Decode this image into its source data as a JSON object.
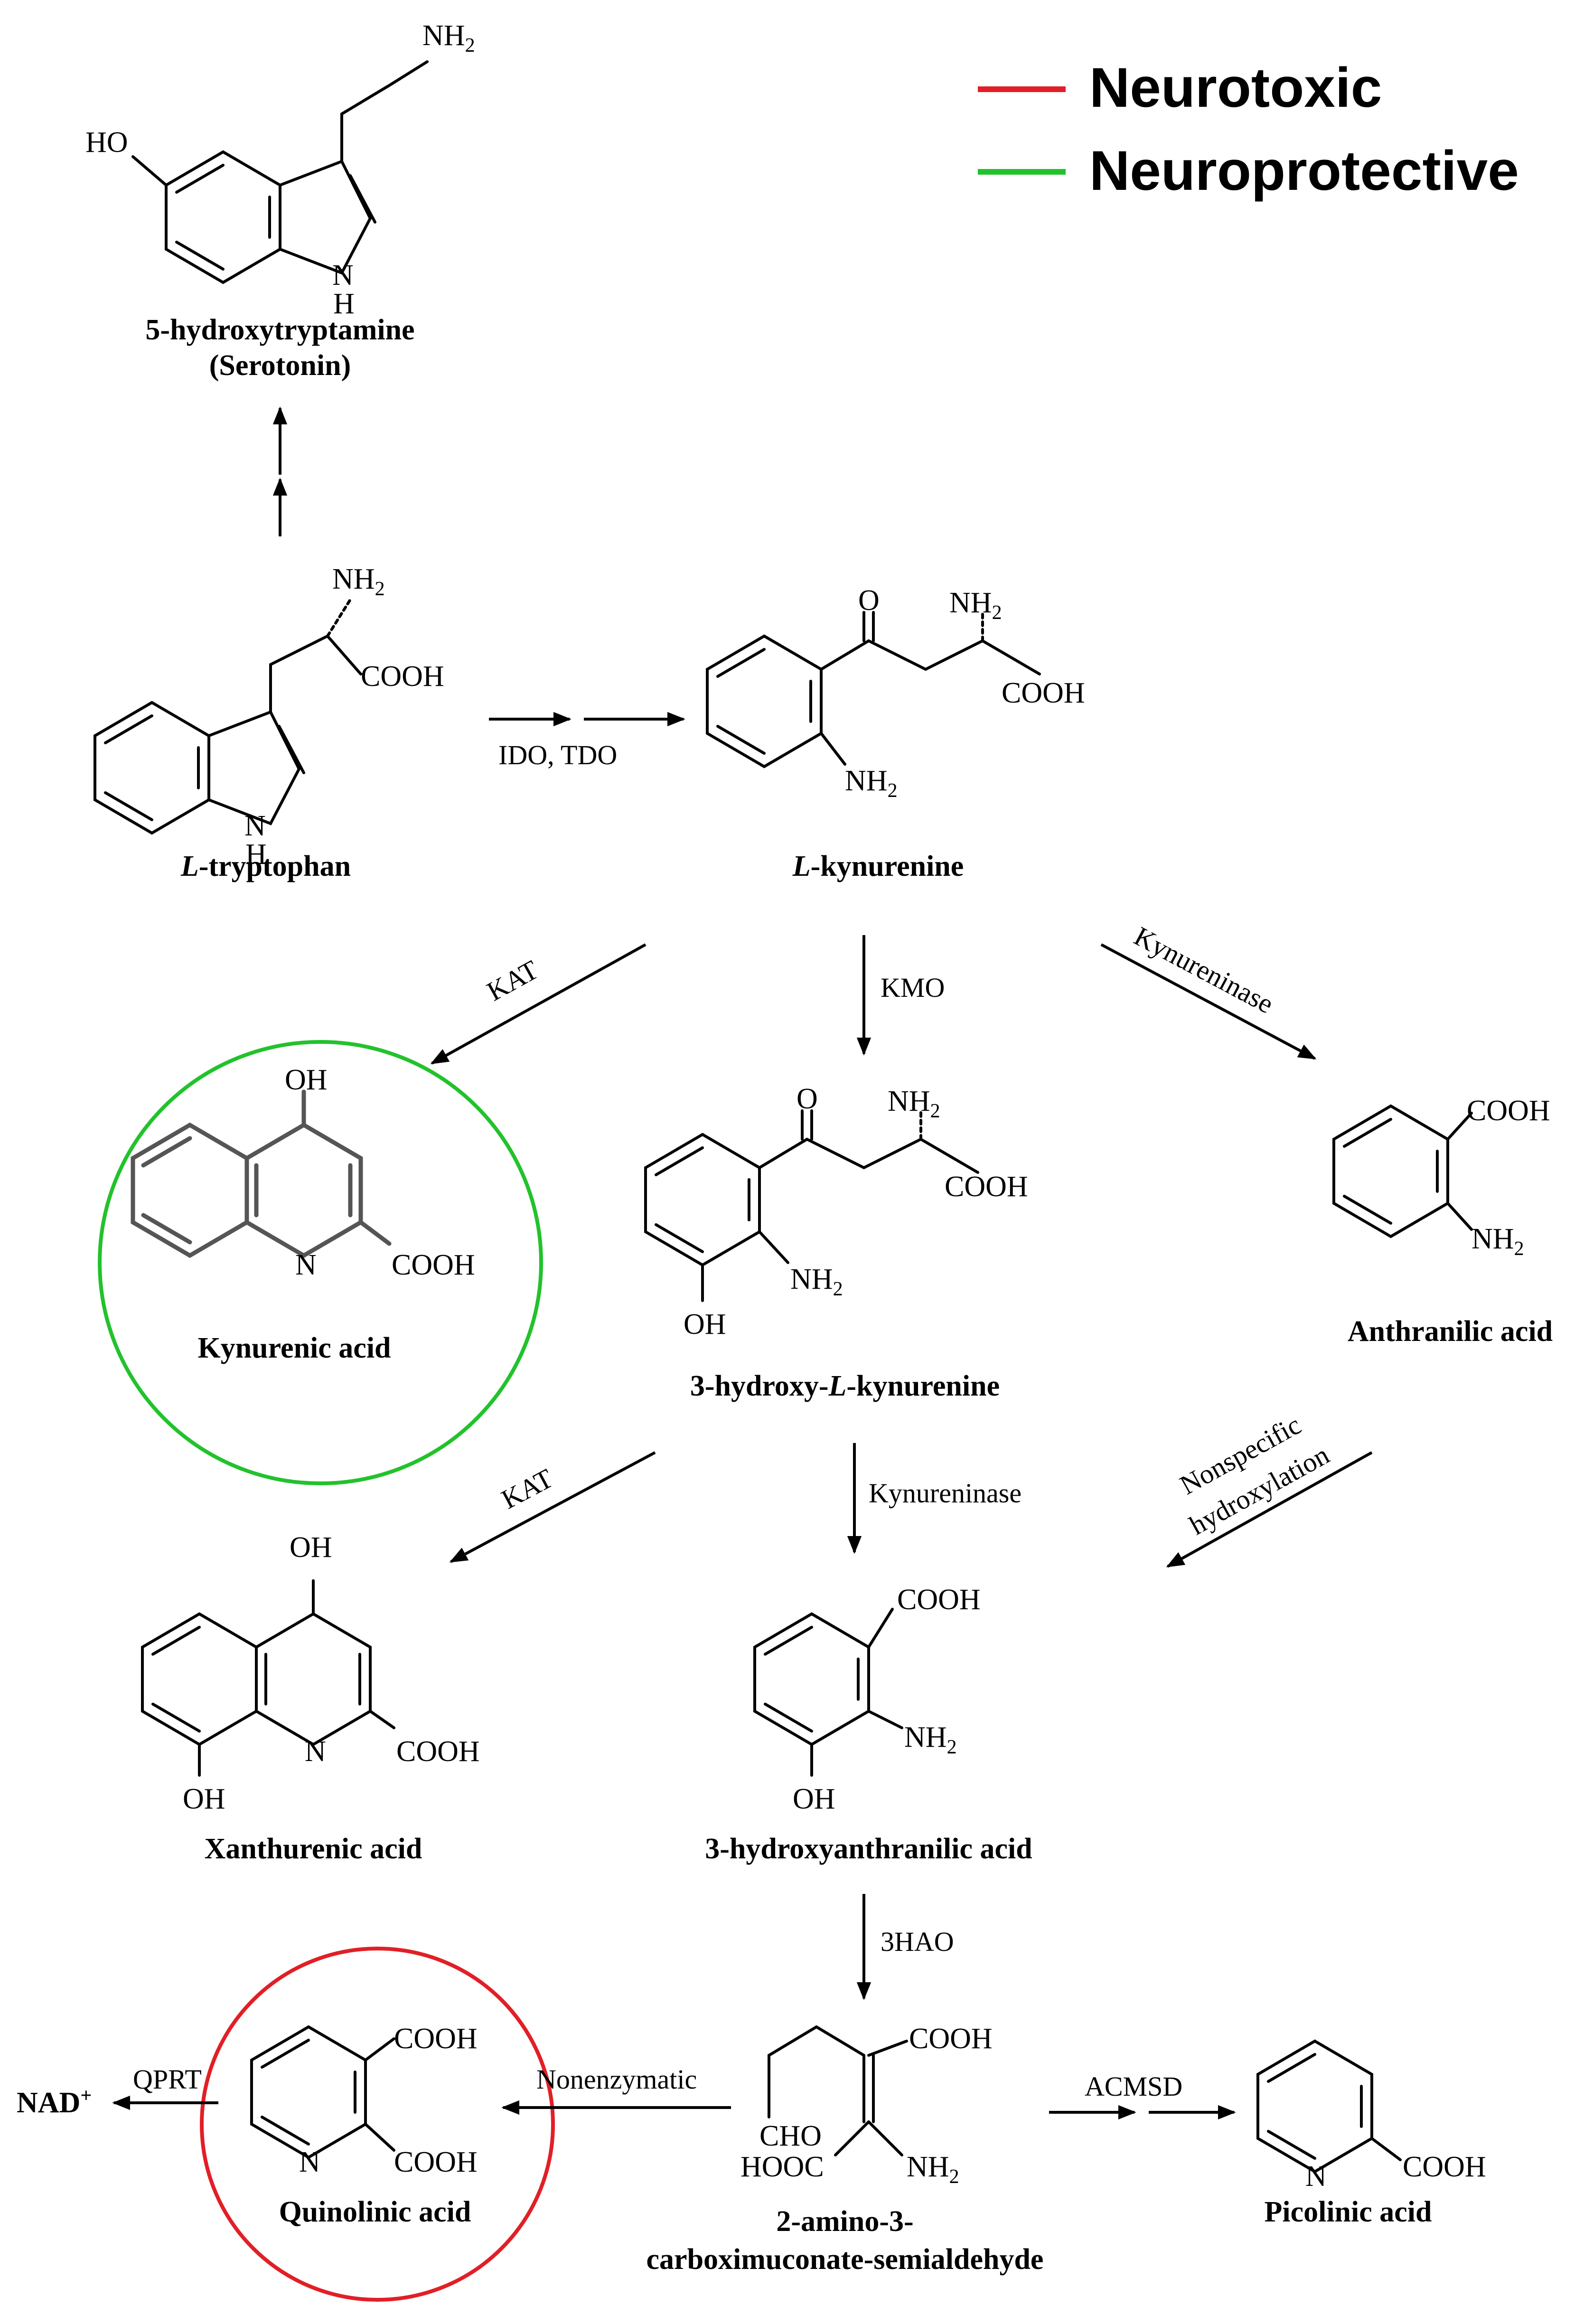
{
  "legend": {
    "items": [
      {
        "label": "Neurotoxic",
        "color": "#e11f26"
      },
      {
        "label": "Neuroprotective",
        "color": "#22c22c"
      }
    ]
  },
  "compounds": {
    "serotonin": {
      "line1": "5-hydroxytryptamine",
      "line2": "(Serotonin)"
    },
    "tryptophan": {
      "prefix": "L",
      "name": "-tryptophan"
    },
    "kynurenine": {
      "prefix": "L",
      "name": "-kynurenine"
    },
    "kynurenic_acid": {
      "name": "Kynurenic acid",
      "highlight_color": "#22c22c"
    },
    "hydroxykynurenine": {
      "pre": "3-hydroxy-",
      "prefix": "L",
      "post": "-kynurenine"
    },
    "anthranilic_acid": {
      "name": "Anthranilic acid"
    },
    "xanthurenic_acid": {
      "name": "Xanthurenic acid"
    },
    "hydroxyanthranilic_acid": {
      "name": "3-hydroxyanthranilic acid"
    },
    "quinolinic_acid": {
      "name": "Quinolinic acid",
      "highlight_color": "#e11f26"
    },
    "acms": {
      "line1": "2-amino-3-",
      "line2": "carboximuconate-semialdehyde"
    },
    "picolinic_acid": {
      "name": "Picolinic acid"
    },
    "nad": {
      "name": "NAD",
      "sup": "+"
    }
  },
  "atoms": {
    "nh2": "NH",
    "sub2": "2",
    "ho": "HO",
    "oh": "OH",
    "o": "O",
    "n": "N",
    "h": "H",
    "cooh": "COOH",
    "cho": "CHO",
    "hooc": "HOOC"
  },
  "enzymes": {
    "ido_tdo": "IDO, TDO",
    "kat1": "KAT",
    "kmo": "KMO",
    "kynureninase1": "Kynureninase",
    "kat2": "KAT",
    "kynureninase2": "Kynureninase",
    "nonspecific_line1": "Nonspecific",
    "nonspecific_line2": "hydroxylation",
    "hao": "3HAO",
    "nonenzymatic": "Nonenzymatic",
    "qprt": "QPRT",
    "acmsd": "ACMSD"
  }
}
